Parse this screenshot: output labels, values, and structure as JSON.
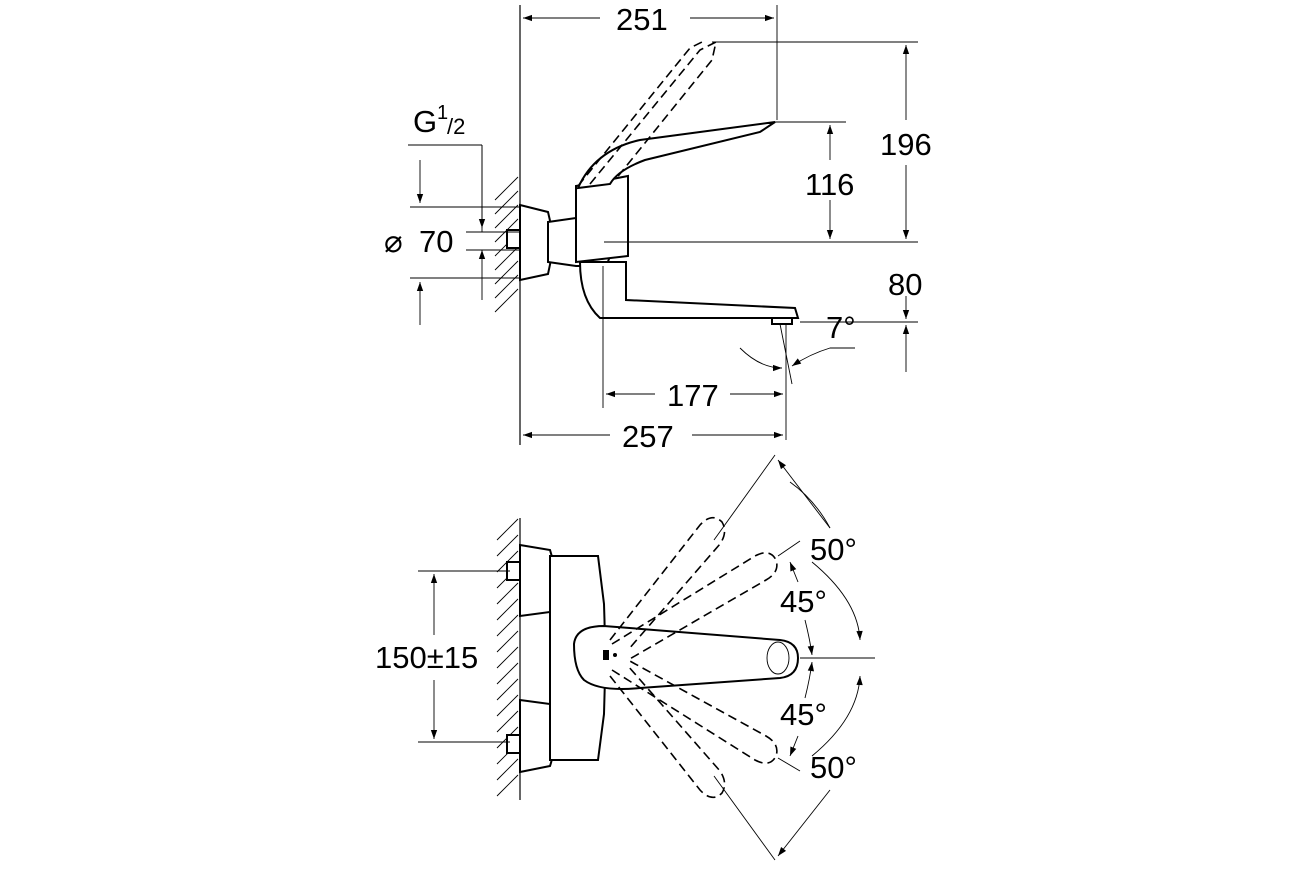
{
  "side_view": {
    "g_label": "G",
    "g_sup": "1",
    "g_sub": "/2",
    "dia_symbol": "⌀",
    "dia_value": "70",
    "dim_251": "251",
    "dim_196": "196",
    "dim_116": "116",
    "dim_80": "80",
    "dim_7deg": "7°",
    "dim_177": "177",
    "dim_257": "257"
  },
  "top_view": {
    "dim_150": "150±15",
    "angle_50_top": "50°",
    "angle_45_top": "45°",
    "angle_45_bottom": "45°",
    "angle_50_bottom": "50°"
  }
}
